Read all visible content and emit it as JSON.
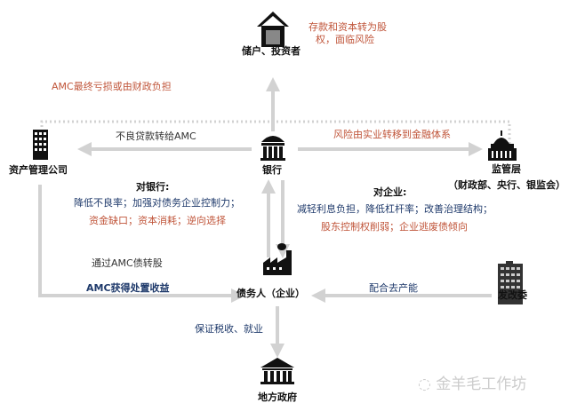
{
  "nodes": {
    "investors": "储户、投资者",
    "amc": "资产管理公司",
    "bank": "银行",
    "regulator": "监管层",
    "regulator_sub": "（财政部、央行、银监会）",
    "debtor": "债务人（企业）",
    "ndrc": "发改委",
    "local_gov": "地方政府"
  },
  "annotations": {
    "investors_risk_1": "存款和资本转为股",
    "investors_risk_2": "权，面临风险",
    "amc_loss": "AMC最终亏损或由财政负担",
    "npl_transfer": "不良贷款转给AMC",
    "risk_transfer": "风险由实业转移到金融体系",
    "for_bank_title": "对银行:",
    "for_bank_pos": "降低不良率；加强对债务企业控制力；",
    "for_bank_neg": "资金缺口；资本消耗；逆向选择",
    "for_firm_title": "对企业:",
    "for_firm_pos": "减轻利息负担，降低杠杆率；改善治理结构；",
    "for_firm_neg": "股东控制权削弱；企业逃废债倾向",
    "amc_swap": "通过AMC债转股",
    "amc_gain": "AMC获得处置收益",
    "capacity": "配合去产能",
    "tax_jobs": "保证税收、就业"
  },
  "watermark": "金羊毛工作坊",
  "colors": {
    "blue": "#1f3a6b",
    "red": "#c0553a",
    "arrow": "#d2d2d2"
  }
}
